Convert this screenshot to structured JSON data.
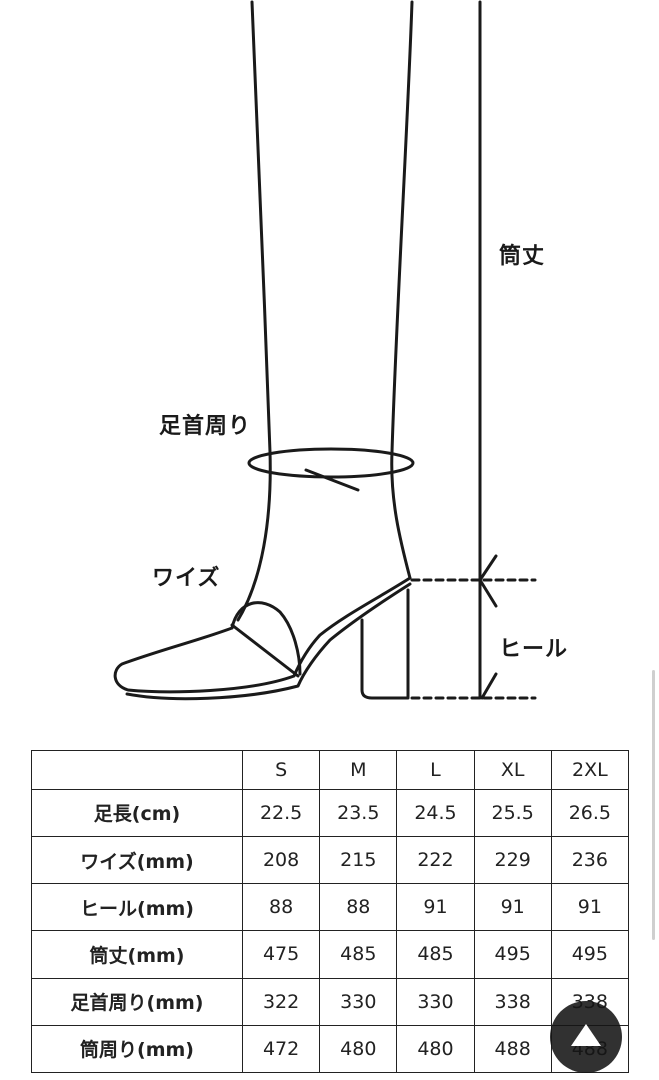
{
  "diagram": {
    "labels": {
      "shaft_height": "筒丈",
      "ankle_circumference": "足首周り",
      "width": "ワイズ",
      "heel": "ヒール"
    }
  },
  "size_table": {
    "corner": "",
    "columns": [
      "S",
      "M",
      "L",
      "XL",
      "2XL"
    ],
    "rows": [
      {
        "label": "足長(cm)",
        "values": [
          "22.5",
          "23.5",
          "24.5",
          "25.5",
          "26.5"
        ]
      },
      {
        "label": "ワイズ(mm)",
        "values": [
          "208",
          "215",
          "222",
          "229",
          "236"
        ]
      },
      {
        "label": "ヒール(mm)",
        "values": [
          "88",
          "88",
          "91",
          "91",
          "91"
        ]
      },
      {
        "label": "筒丈(mm)",
        "values": [
          "475",
          "485",
          "485",
          "495",
          "495"
        ]
      },
      {
        "label": "足首周り(mm)",
        "values": [
          "322",
          "330",
          "330",
          "338",
          "338"
        ]
      },
      {
        "label": "筒周り(mm)",
        "values": [
          "472",
          "480",
          "480",
          "488",
          "488"
        ]
      }
    ]
  },
  "scroll_top_button": {
    "icon": "triangle-up-icon"
  }
}
